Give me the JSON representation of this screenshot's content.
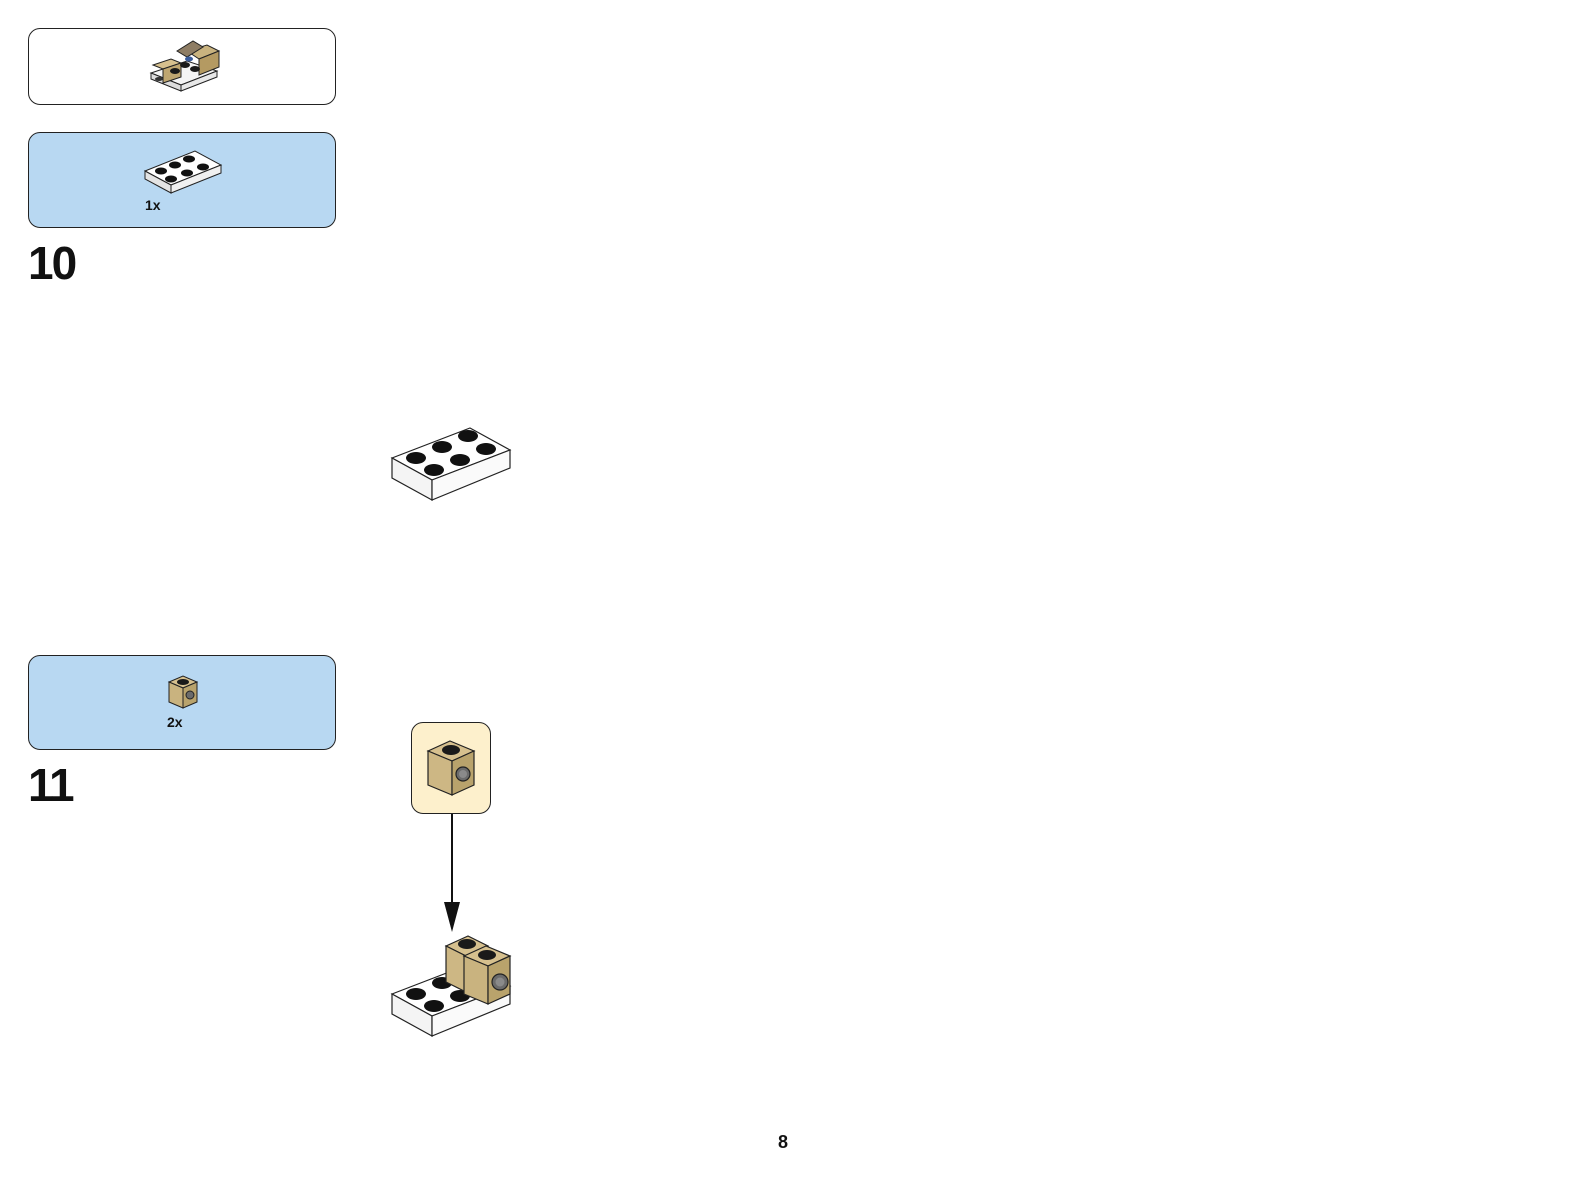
{
  "page": {
    "number": "8"
  },
  "steps": [
    {
      "number": "10",
      "parts": [
        {
          "icon": "white-2x3-plate-icon",
          "quantity": "1x"
        }
      ]
    },
    {
      "number": "11",
      "parts": [
        {
          "icon": "tan-1x1-brick-with-side-stud-icon",
          "quantity": "2x"
        }
      ]
    }
  ],
  "colors": {
    "parts_panel": "#b8d8f2",
    "callout": "#fdf0cc",
    "tan": "#d6c08e",
    "tan_dark": "#b9a36c",
    "white_part": "#ffffff",
    "outline": "#111111"
  }
}
